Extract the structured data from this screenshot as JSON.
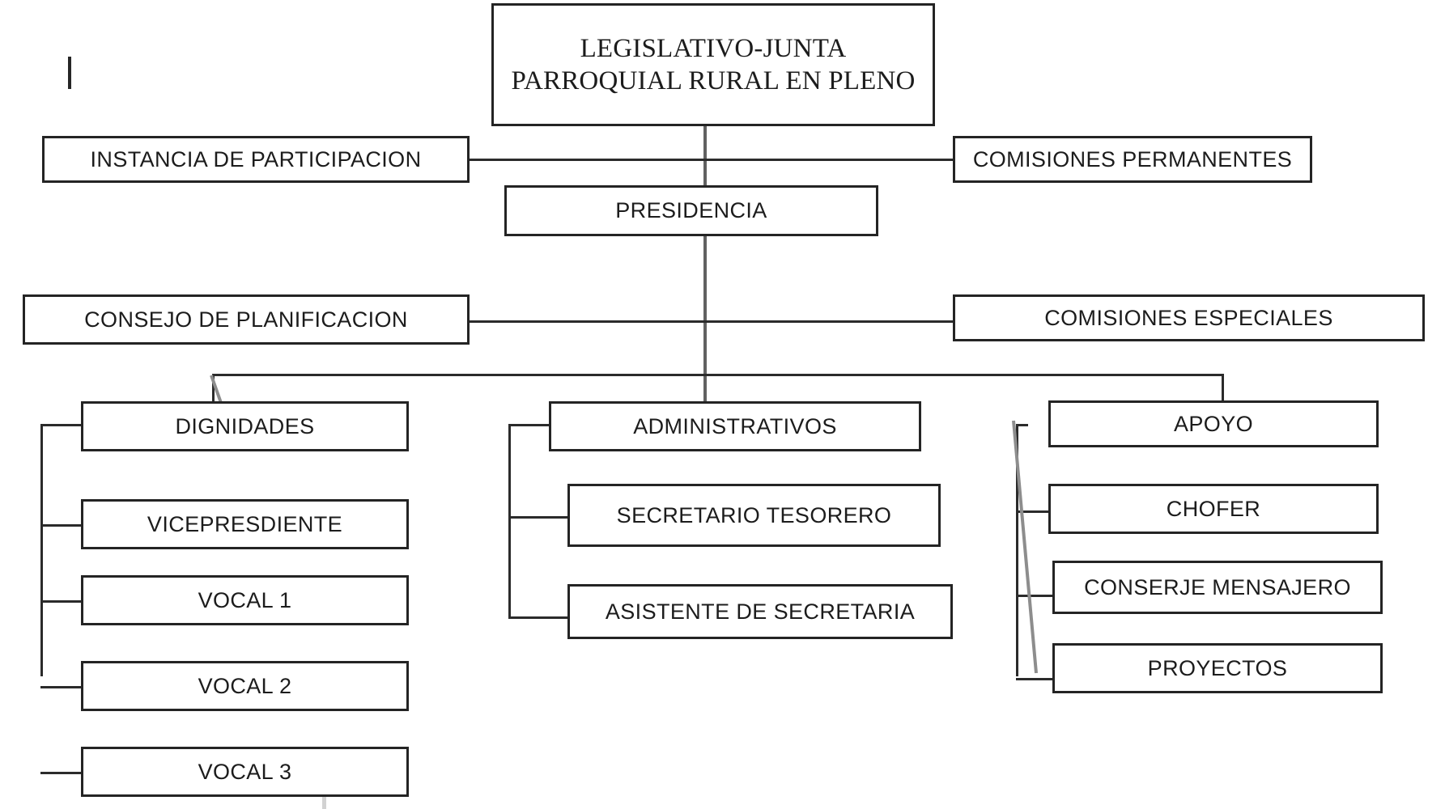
{
  "document": {
    "type": "organizational-chart",
    "title_box": "LEGISLATIVO-JUNTA PARROQUIAL RURAL EN PLENO"
  },
  "chart_data": {
    "type": "diagram",
    "title": "LEGISLATIVO-JUNTA PARROQUIAL RURAL EN PLENO",
    "orientation": "top-down organizational hierarchy"
  },
  "nodes": {
    "root": {
      "label": "LEGISLATIVO-JUNTA PARROQUIAL RURAL EN PLENO"
    },
    "instancia": {
      "label": "INSTANCIA DE PARTICIPACION"
    },
    "comisiones_permanentes": {
      "label": "COMISIONES PERMANENTES"
    },
    "presidencia": {
      "label": "PRESIDENCIA"
    },
    "consejo": {
      "label": "CONSEJO DE PLANIFICACION"
    },
    "comisiones_especiales": {
      "label": "COMISIONES ESPECIALES"
    },
    "dignidades": {
      "label": "DIGNIDADES"
    },
    "vicepresidente": {
      "label": "VICEPRESDIENTE"
    },
    "vocal1": {
      "label": "VOCAL 1"
    },
    "vocal2": {
      "label": "VOCAL 2"
    },
    "vocal3": {
      "label": "VOCAL 3"
    },
    "administrativos": {
      "label": "ADMINISTRATIVOS"
    },
    "secretario_tesorero": {
      "label": "SECRETARIO TESORERO"
    },
    "asistente_secretaria": {
      "label": "ASISTENTE DE SECRETARIA"
    },
    "apoyo": {
      "label": "APOYO"
    },
    "chofer": {
      "label": "CHOFER"
    },
    "conserje_mensajero": {
      "label": "CONSERJE MENSAJERO"
    },
    "proyectos": {
      "label": "PROYECTOS"
    }
  },
  "colors": {
    "border": "#242424",
    "line": "#2b2b2b",
    "trunk": "#616161",
    "text": "#1c1c1c",
    "background": "#ffffff"
  }
}
